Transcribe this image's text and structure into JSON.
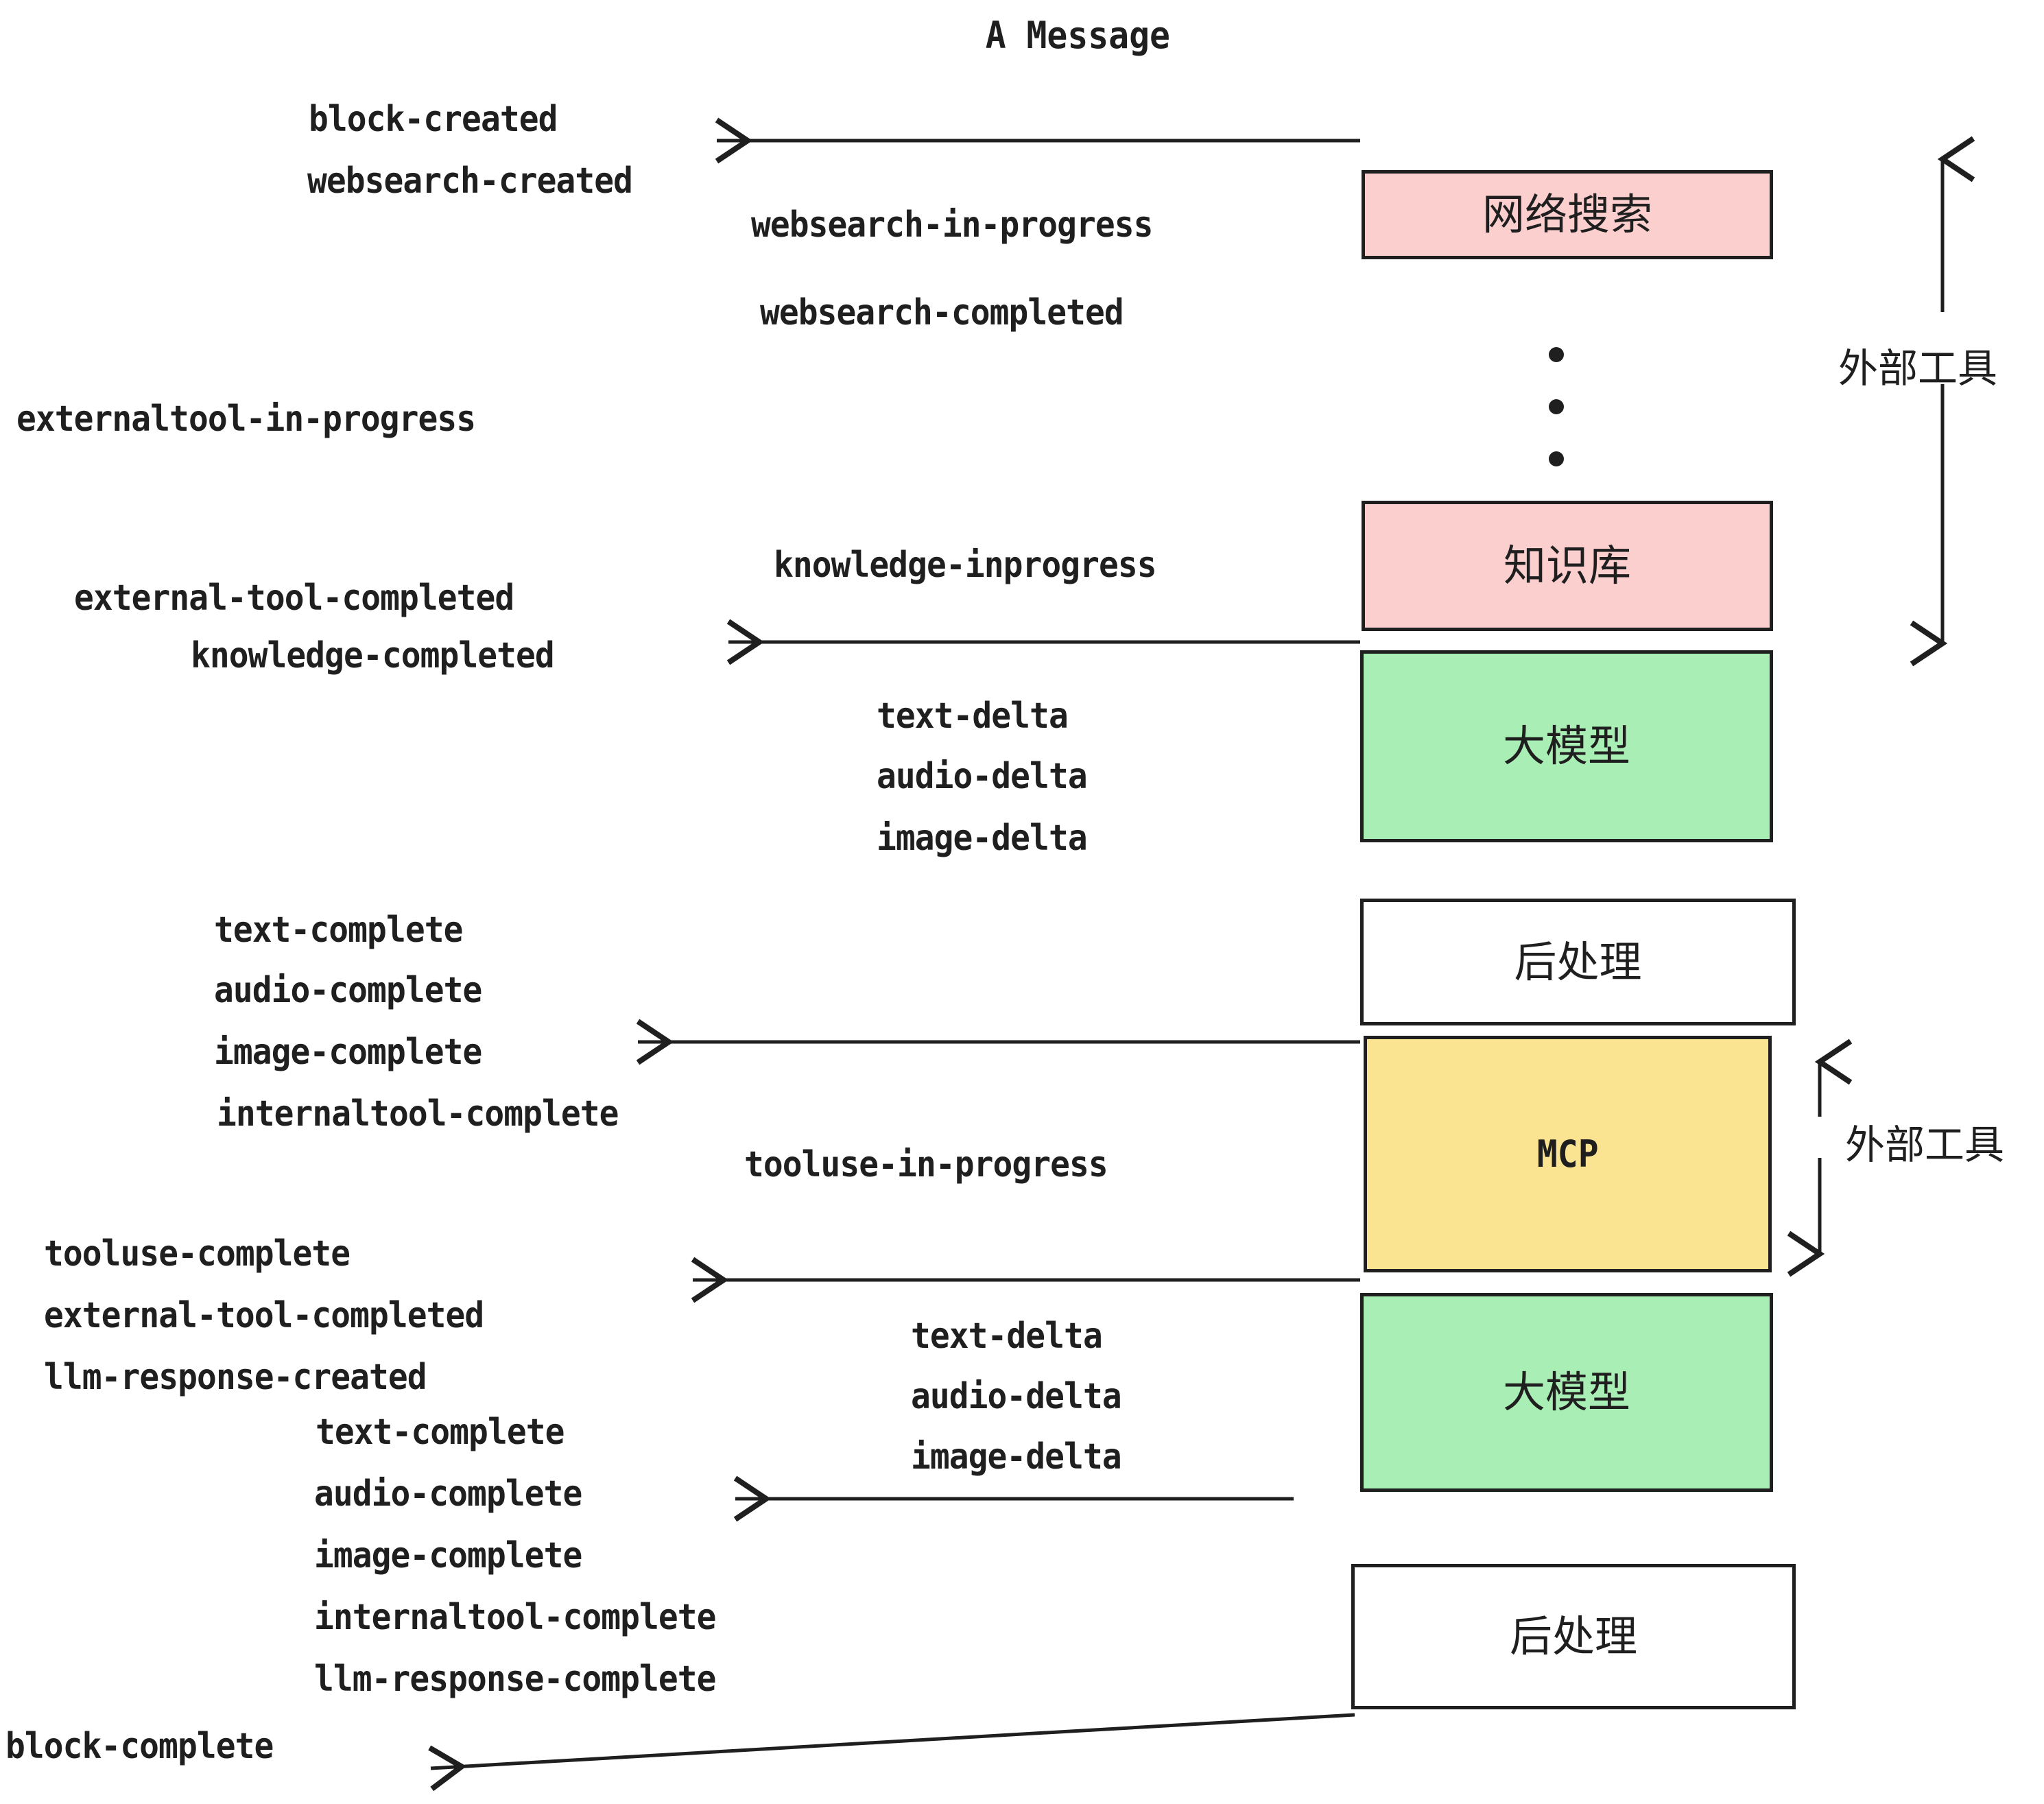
{
  "title": "A Message",
  "boxes": [
    {
      "id": "websearch",
      "label": "网络搜索",
      "color": "#fccfcf"
    },
    {
      "id": "knowledge",
      "label": "知识库",
      "color": "#fccfcf"
    },
    {
      "id": "llm-top",
      "label": "大模型",
      "color": "#a9eeb5"
    },
    {
      "id": "postprocess-top",
      "label": "后处理",
      "color": "#ffffff"
    },
    {
      "id": "mcp",
      "label": "MCP",
      "color": "#fae391"
    },
    {
      "id": "llm-bottom",
      "label": "大模型",
      "color": "#a9eeb5"
    },
    {
      "id": "postprocess-bottom",
      "label": "后处理",
      "color": "#ffffff"
    }
  ],
  "side_labels": {
    "external_tool_top": "外部工具",
    "external_tool_bottom": "外部工具"
  },
  "events": {
    "block_created": "block-created",
    "websearch_created": "websearch-created",
    "websearch_in_progress": "websearch-in-progress",
    "websearch_completed": "websearch-completed",
    "externaltool_in_progress": "externaltool-in-progress",
    "knowledge_inprogress": "knowledge-inprogress",
    "external_tool_completed_1": "external-tool-completed",
    "knowledge_completed": "knowledge-completed",
    "text_delta_1": "text-delta",
    "audio_delta_1": "audio-delta",
    "image_delta_1": "image-delta",
    "text_complete_1": "text-complete",
    "audio_complete_1": "audio-complete",
    "image_complete_1": "image-complete",
    "internaltool_complete_1": "internaltool-complete",
    "tooluse_in_progress": "tooluse-in-progress",
    "tooluse_complete": "tooluse-complete",
    "external_tool_completed_2": "external-tool-completed",
    "llm_response_created": "llm-response-created",
    "text_delta_2": "text-delta",
    "audio_delta_2": "audio-delta",
    "image_delta_2": "image-delta",
    "text_complete_2": "text-complete",
    "audio_complete_2": "audio-complete",
    "image_complete_2": "image-complete",
    "internaltool_complete_2": "internaltool-complete",
    "llm_response_complete": "llm-response-complete",
    "block_complete": "block-complete"
  },
  "colors": {
    "stroke": "#1f1f1f",
    "pink": "#fccfcf",
    "green": "#a9eeb5",
    "yellow": "#fae391",
    "white": "#ffffff"
  }
}
